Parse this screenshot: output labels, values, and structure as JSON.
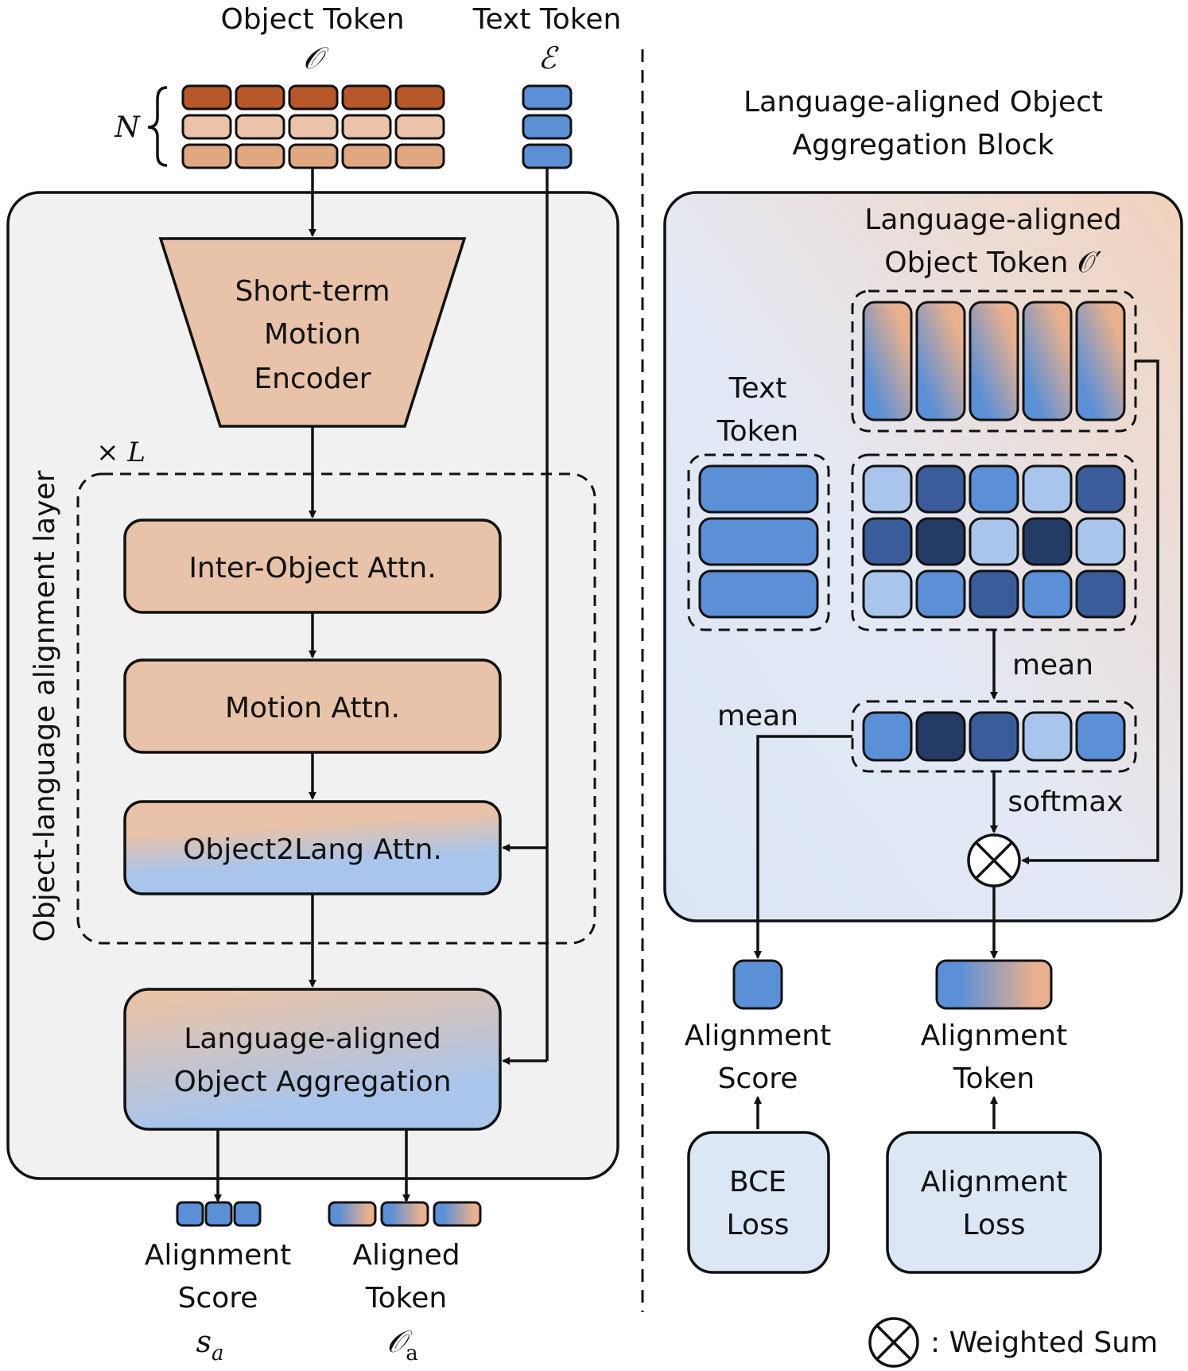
{
  "left": {
    "object_token_label": "Object Token",
    "object_token_symbol": "𝒪",
    "text_token_label": "Text Token",
    "text_token_symbol": "ℰ",
    "n_symbol": "N",
    "encoder_line1": "Short-term",
    "encoder_line2": "Motion",
    "encoder_line3": "Encoder",
    "repeat_label": "× L",
    "layer_label": "Object-language alignment layer",
    "inter_object_attn": "Inter-Object Attn.",
    "motion_attn": "Motion Attn.",
    "object2lang_attn": "Object2Lang Attn.",
    "aggregation_line1": "Language-aligned",
    "aggregation_line2": "Object Aggregation",
    "score_line1": "Alignment",
    "score_line2": "Score",
    "score_symbol": "s",
    "score_subscript": "a",
    "aligned_line1": "Aligned",
    "aligned_line2": "Token",
    "aligned_symbol": "𝒪",
    "aligned_subscript": "a"
  },
  "right": {
    "title_line1": "Language-aligned Object",
    "title_line2": "Aggregation Block",
    "aligned_token_line1": "Language-aligned",
    "aligned_token_line2": "Object Token 𝒪′",
    "text_token_line1": "Text",
    "text_token_line2": "Token",
    "mean_top": "mean",
    "mean_left": "mean",
    "softmax": "softmax",
    "score_line1": "Alignment",
    "score_line2": "Score",
    "token_line1": "Alignment",
    "token_line2": "Token",
    "bce_line1": "BCE",
    "bce_line2": "Loss",
    "align_loss_line1": "Alignment",
    "align_loss_line2": "Loss",
    "legend_label": ": Weighted Sum"
  },
  "colors": {
    "token_dark": "#b8582a",
    "token_light": "#ebc3ab",
    "token_mid": "#e0a882",
    "text_blue": "#5b8fd6",
    "peach": "#e8c3a9",
    "panel_gray": "#f1f1f1",
    "inner_gray": "#d6d6d6",
    "block_bg": "#eedfd6",
    "loss_blue": "#dce7f5",
    "sim_very_light": "#a9c5ec",
    "sim_mid": "#5b8fd6",
    "sim_dark": "#3a5c9a",
    "sim_darkest": "#243b66"
  }
}
